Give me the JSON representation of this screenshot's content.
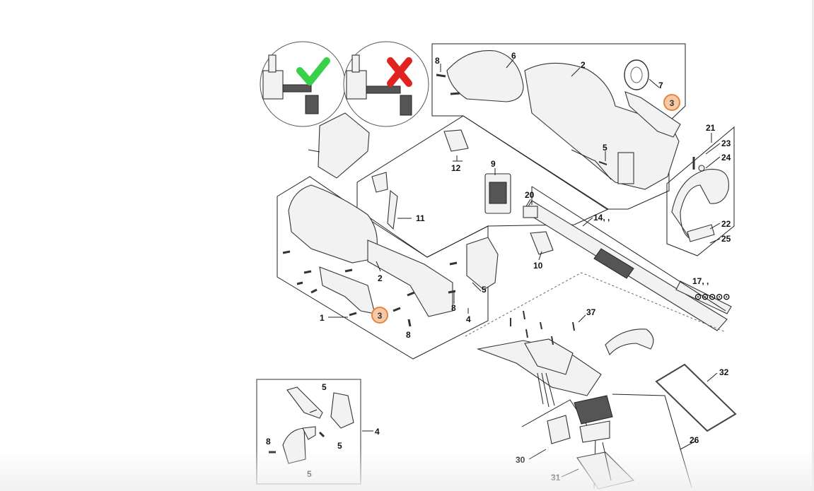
{
  "colors": {
    "accent_hotspot": "#e8843b",
    "check": "#3ad14a",
    "cross": "#e0231f"
  },
  "icons": {
    "correct": "check-icon",
    "incorrect": "cross-icon",
    "screw": "screw-icon"
  },
  "hotspots": [
    {
      "label": "3"
    },
    {
      "label": "3"
    }
  ],
  "labels": {
    "l1": "1",
    "l2a": "2",
    "l2b": "2",
    "l4a": "4",
    "l4b": "4",
    "l5a": "5",
    "l5b": "5",
    "l5c": "5",
    "l5d": "5",
    "l5e": "5",
    "l6": "6",
    "l7": "7",
    "l8a": "8",
    "l8b": "8",
    "l8c": "8",
    "l8d": "8",
    "l9": "9",
    "l10": "10",
    "l11": "11",
    "l12": "12",
    "l14": "14, ,",
    "l17": "17, ,",
    "l20": "20",
    "l21": "21",
    "l22": "22",
    "l23": "23",
    "l24": "24",
    "l25": "25",
    "l26": "26",
    "l30": "30",
    "l31": "31",
    "l32": "32",
    "l37": "37"
  }
}
